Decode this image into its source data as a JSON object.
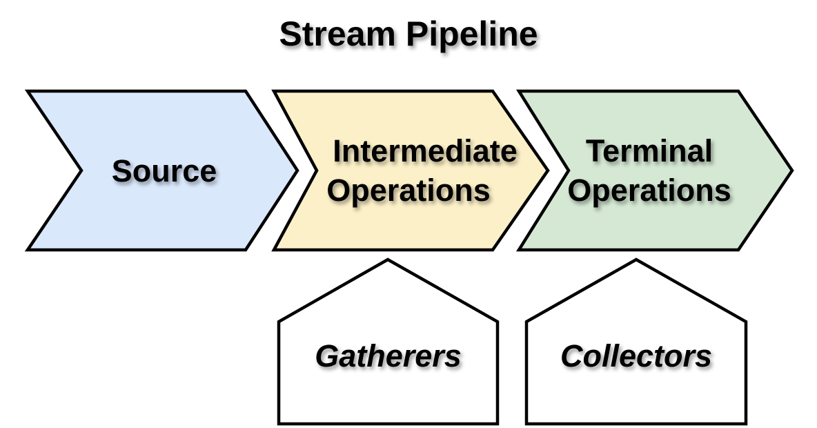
{
  "title": "Stream Pipeline",
  "stages": [
    {
      "id": "source",
      "line1": "Source",
      "line2": "",
      "fill": "#dae8fc"
    },
    {
      "id": "intermediate-operations",
      "line1": "Intermediate",
      "line2": "Operations",
      "fill": "#fcf0c8"
    },
    {
      "id": "terminal-operations",
      "line1": "Terminal",
      "line2": "Operations",
      "fill": "#d5e8d4"
    }
  ],
  "callouts": [
    {
      "id": "gatherers",
      "label": "Gatherers",
      "fill": "#ffffff"
    },
    {
      "id": "collectors",
      "label": "Collectors",
      "fill": "#ffffff"
    }
  ],
  "colors": {
    "background": "#ffffff",
    "border": "#000000",
    "text": "#000000"
  }
}
